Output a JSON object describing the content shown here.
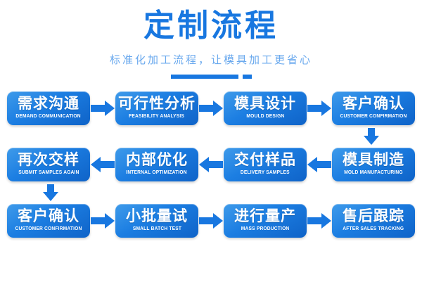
{
  "header": {
    "title": "定制流程",
    "subtitle": "标准化加工流程，让模具加工更省心",
    "accent_color": "#1877e0",
    "subtitle_color": "#6aa9ee"
  },
  "flow": {
    "rows": [
      {
        "direction": "right",
        "nodes": [
          {
            "cn": "需求沟通",
            "en": "DEMAND COMMUNICATION"
          },
          {
            "cn": "可行性分析",
            "en": "FEASIBILITY ANALYSIS"
          },
          {
            "cn": "模具设计",
            "en": "MOULD DESIGN"
          },
          {
            "cn": "客户确认",
            "en": "CUSTOMER CONFIRMATION"
          }
        ]
      },
      {
        "direction": "left",
        "nodes": [
          {
            "cn": "再次交样",
            "en": "SUBMIT SAMPLES AGAIN"
          },
          {
            "cn": "内部优化",
            "en": "INTERNAL OPTIMIZATION"
          },
          {
            "cn": "交付样品",
            "en": "DELIVERY SAMPLES"
          },
          {
            "cn": "模具制造",
            "en": "MOLD MANUFACTURING"
          }
        ]
      },
      {
        "direction": "right",
        "nodes": [
          {
            "cn": "客户确认",
            "en": "CUSTOMER CONFIRMATION"
          },
          {
            "cn": "小批量试",
            "en": "SMALL BATCH TEST"
          },
          {
            "cn": "进行量产",
            "en": "MASS PRODUCTION"
          },
          {
            "cn": "售后跟踪",
            "en": "AFTER SALES TRACKING"
          }
        ]
      }
    ],
    "connectors": [
      {
        "name": "row1-to-row2",
        "direction": "down",
        "side": "right"
      },
      {
        "name": "row2-to-row3",
        "direction": "down",
        "side": "left"
      }
    ]
  }
}
